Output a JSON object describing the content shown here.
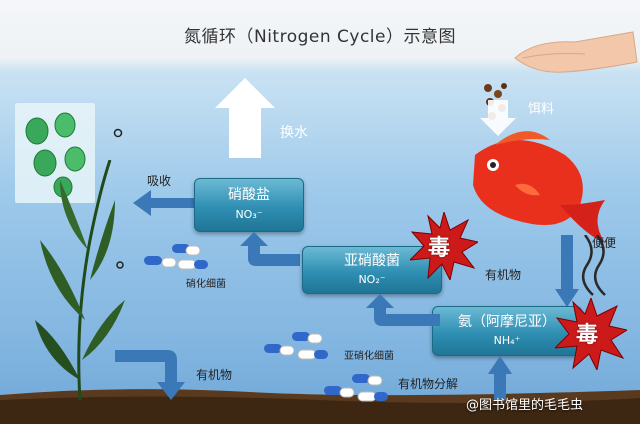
{
  "title": "氮循环（Nitrogen Cycle）示意图",
  "labels": {
    "water_change": "换水",
    "feed": "饵料",
    "absorb": "吸收",
    "organic_top": "有机物",
    "organic_bottom": "有机物",
    "feces": "便便",
    "nitrifying_bacteria": "硝化细菌",
    "nitrite_bacteria": "亚硝化细菌",
    "organic_decompose": "有机物分解"
  },
  "boxes": {
    "nitrate": {
      "name": "硝酸盐",
      "formula": "NO₃⁻"
    },
    "nitrite": {
      "name": "亚硝酸菌",
      "formula": "NO₂⁻"
    },
    "ammonia": {
      "name": "氨（阿摩尼亚）",
      "formula": "NH₄⁺"
    }
  },
  "toxic": {
    "nitrite": "毒",
    "ammonia": "毒"
  },
  "watermark": "@图书馆里的毛毛虫",
  "colors": {
    "box": "#2f8fb3",
    "arrow": "#3a78b8",
    "starburst": "#cc1a1a",
    "fish": "#e8301c"
  }
}
